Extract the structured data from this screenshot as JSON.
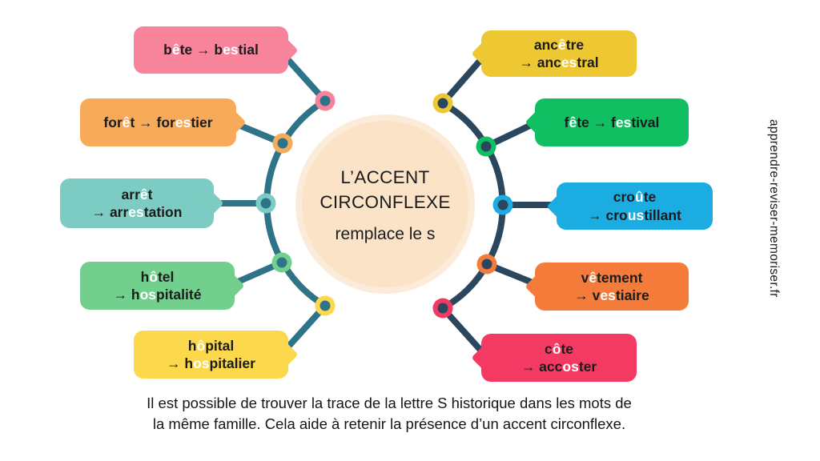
{
  "center": {
    "line1": "L’ACCENT",
    "line2": "CIRCONFLEXE",
    "line3": "remplace le s",
    "fill": "#FBE3C8",
    "ring": "#FCEBD8"
  },
  "caption": {
    "line1": "Il est possible de trouver la trace de la lettre S historique dans les mots de",
    "line2": "la même famille. Cela aide à retenir la présence d’un accent circonflexe."
  },
  "branding": {
    "site": "apprendre-reviser-memoriser.fr"
  },
  "colors": {
    "left_line": "#2F7389",
    "right_line": "#2A475D"
  },
  "items": [
    {
      "id": "bete",
      "side": "left",
      "label": "bête → bestial",
      "color": "#F8849B",
      "segments": [
        [
          "b",
          "k"
        ],
        [
          "ê",
          "w"
        ],
        [
          "te → b",
          "k"
        ],
        [
          "es",
          "w"
        ],
        [
          "tial",
          "k"
        ]
      ]
    },
    {
      "id": "foret",
      "side": "left",
      "label": "forêt → forestier",
      "color": "#F6AA5A",
      "segments": [
        [
          "for",
          "k"
        ],
        [
          "ê",
          "w"
        ],
        [
          "t → for",
          "k"
        ],
        [
          "es",
          "w"
        ],
        [
          "tier",
          "k"
        ]
      ]
    },
    {
      "id": "arret",
      "side": "left",
      "label": "arrêt → arrestation",
      "color": "#7DCCC3",
      "segments": [
        [
          "arr",
          "k"
        ],
        [
          "ê",
          "w"
        ],
        [
          "t\n→ arr",
          "k"
        ],
        [
          "es",
          "w"
        ],
        [
          "tation",
          "k"
        ]
      ]
    },
    {
      "id": "hotel",
      "side": "left",
      "label": "hôtel → hospitalité",
      "color": "#73CF8E",
      "segments": [
        [
          "h",
          "k"
        ],
        [
          "ô",
          "w"
        ],
        [
          "tel\n→ h",
          "k"
        ],
        [
          "os",
          "w"
        ],
        [
          "pitalité",
          "k"
        ]
      ]
    },
    {
      "id": "hopital",
      "side": "left",
      "label": "hôpital → hospitalier",
      "color": "#FBD84C",
      "segments": [
        [
          "h",
          "k"
        ],
        [
          "ô",
          "w"
        ],
        [
          "pital\n→ h",
          "k"
        ],
        [
          "os",
          "w"
        ],
        [
          "pitalier",
          "k"
        ]
      ]
    },
    {
      "id": "ancetre",
      "side": "right",
      "label": "ancêtre → ancestral",
      "color": "#EDC832",
      "segments": [
        [
          "anc",
          "k"
        ],
        [
          "ê",
          "w"
        ],
        [
          "tre\n→ anc",
          "k"
        ],
        [
          "es",
          "w"
        ],
        [
          "tral",
          "k"
        ]
      ]
    },
    {
      "id": "fete",
      "side": "right",
      "label": "fête → festival",
      "color": "#0FBF62",
      "segments": [
        [
          "f",
          "k"
        ],
        [
          "ê",
          "w"
        ],
        [
          "te → f",
          "k"
        ],
        [
          "es",
          "w"
        ],
        [
          "tival",
          "k"
        ]
      ]
    },
    {
      "id": "croute",
      "side": "right",
      "label": "croûte → croustillant",
      "color": "#1BACE1",
      "segments": [
        [
          "cro",
          "k"
        ],
        [
          "û",
          "w"
        ],
        [
          "te\n→ cro",
          "k"
        ],
        [
          "us",
          "w"
        ],
        [
          "tillant",
          "k"
        ]
      ]
    },
    {
      "id": "vetement",
      "side": "right",
      "label": "vêtement → vestiaire",
      "color": "#F57B3B",
      "segments": [
        [
          "v",
          "k"
        ],
        [
          "ê",
          "w"
        ],
        [
          "tement\n→ v",
          "k"
        ],
        [
          "es",
          "w"
        ],
        [
          "tiaire",
          "k"
        ]
      ]
    },
    {
      "id": "cote",
      "side": "right",
      "label": "côte → accoster",
      "color": "#F43962",
      "segments": [
        [
          "c",
          "k"
        ],
        [
          "ô",
          "w"
        ],
        [
          "te\n→ acc",
          "k"
        ],
        [
          "os",
          "w"
        ],
        [
          "ter",
          "k"
        ]
      ]
    }
  ]
}
